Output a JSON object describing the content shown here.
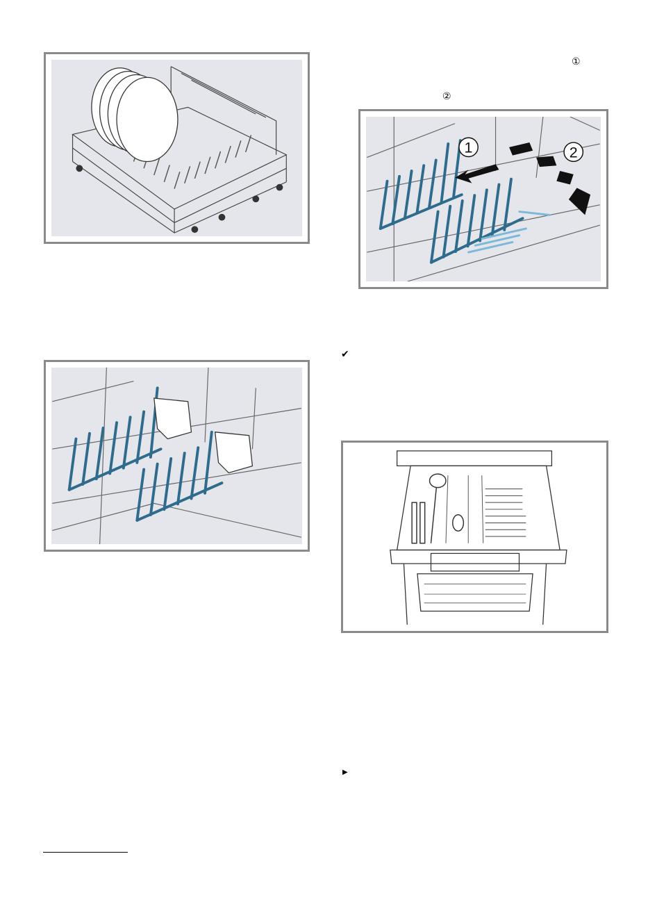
{
  "step_markers": {
    "step1": "①",
    "step2": "②"
  },
  "figures": {
    "diagram": {
      "label1": "1",
      "label2": "2"
    }
  },
  "bullets": {
    "check": "✔",
    "arrow": "▶"
  },
  "colors": {
    "rack_blue": "#2f6b8c",
    "panel_bg": "#e4e6ec",
    "frame": "#8a8a8a"
  }
}
